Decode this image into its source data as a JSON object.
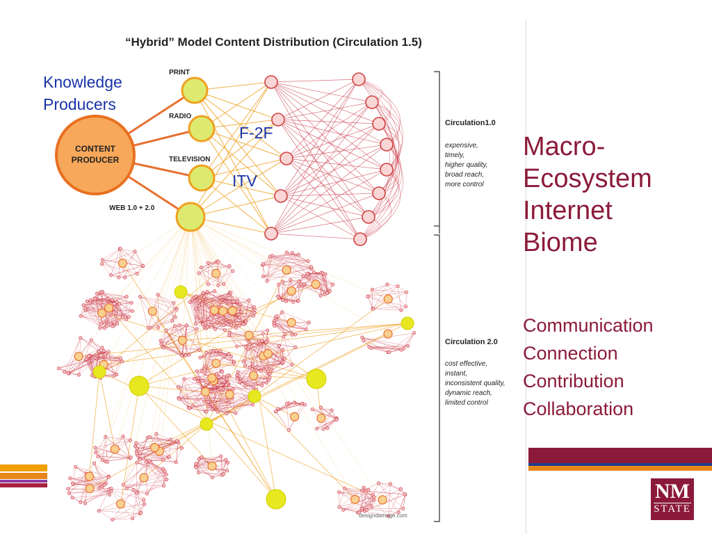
{
  "diagram": {
    "title": "“Hybrid” Model Content Distribution (Circulation 1.5)",
    "producer": {
      "line1": "CONTENT",
      "line2": "PRODUCER"
    },
    "channels": [
      "PRINT",
      "RADIO",
      "TELEVISION",
      "WEB 1.0 + 2.0"
    ],
    "circulation1": {
      "heading": "Circulation1.0",
      "notes": [
        "expensive,",
        "timely,",
        "higher quality,",
        "broad reach,",
        "more control"
      ]
    },
    "circulation2": {
      "heading": "Circulation 2.0",
      "notes": [
        "cost effective,",
        "instant,",
        "inconsistent quality,",
        "dynamic reach,",
        "limited control"
      ]
    },
    "credit": "designdamage.com"
  },
  "annotations": {
    "knowledge_producers": "Knowledge\nProducers",
    "f2f": "F-2F",
    "itv": "ITV"
  },
  "slide": {
    "title": "Macro-\nEcosystem\nInternet\nBiome",
    "list": "Communication\nConnection\nContribution\nCollaboration"
  },
  "logo": {
    "line1": "NM",
    "line2": "STATE"
  },
  "colors": {
    "maroon": "#8b1a3a",
    "orange": "#e8861a",
    "blue_annotation": "#1a34a8",
    "node_red": "#e06060",
    "node_green": "#c8d840",
    "node_yellow": "#e8e820",
    "edge_red": "#c83040",
    "edge_orange": "#f0a830"
  }
}
